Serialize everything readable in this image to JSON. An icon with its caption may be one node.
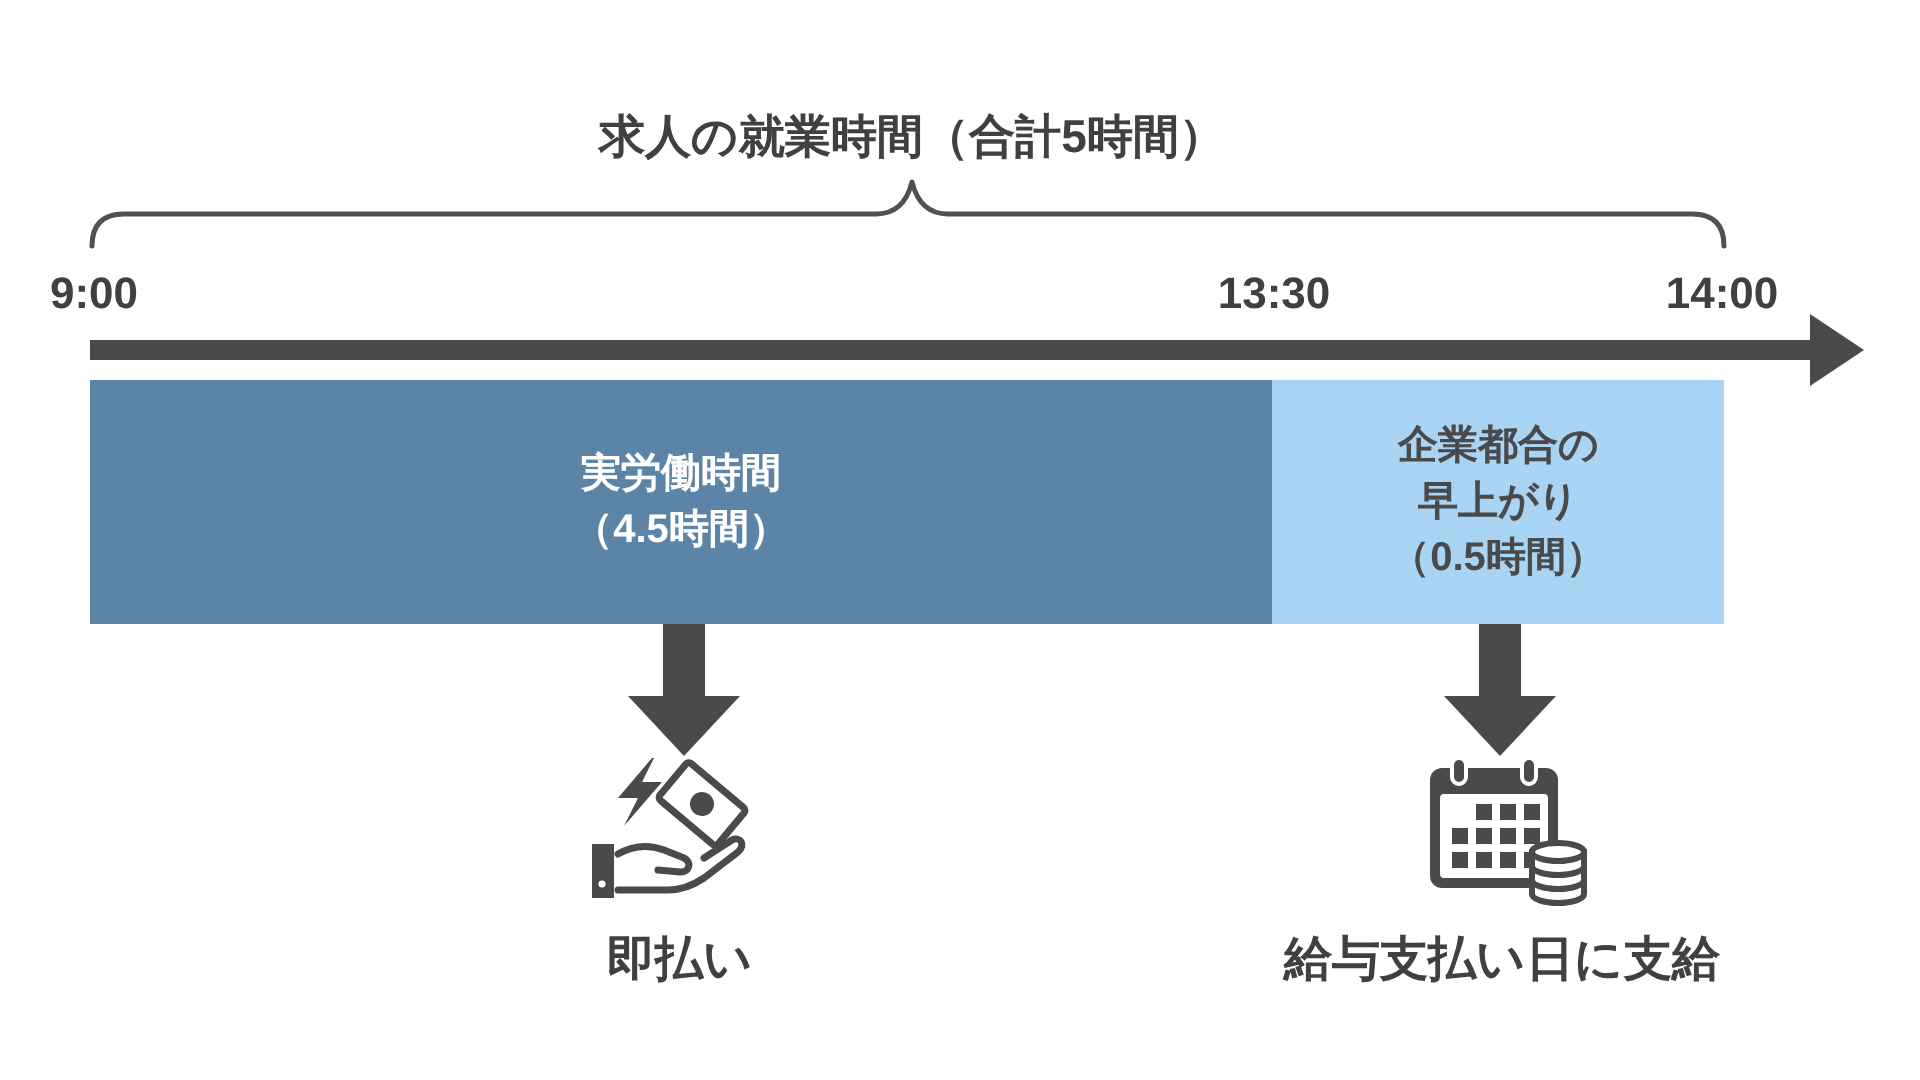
{
  "diagram": {
    "nodes": [
      {
        "text": [
          "実労働時間（4.5時間）"
        ]
      },
      {
        "text": [
          "企業都合の早上がり（0.5時間）"
        ]
      },
      {
        "text": [],
        "shape": "picture",
        "beside": [
          "即払い"
        ]
      },
      {
        "text": [],
        "shape": "picture",
        "beside": [
          "給与支払い日に支給"
        ]
      }
    ],
    "edges": [
      {
        "from": 0,
        "to": 2,
        "arrow": "to"
      },
      {
        "from": 1,
        "to": 3,
        "arrow": "to"
      }
    ],
    "labels": [
      "求人の就業時間（合計5時間）",
      "9:00",
      "13:30",
      "14:00"
    ]
  }
}
